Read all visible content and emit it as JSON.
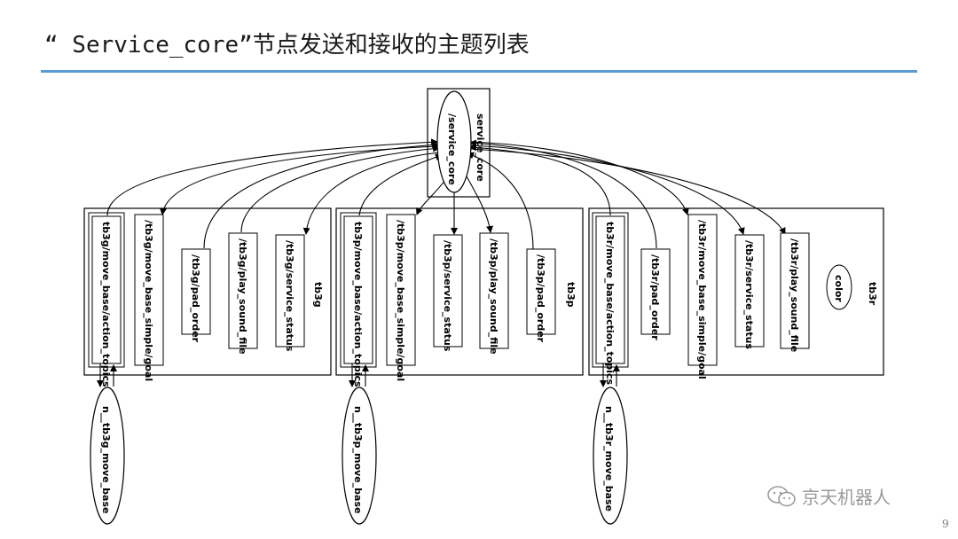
{
  "slide": {
    "title": "“ Service_core”节点发送和接收的主题列表",
    "page_number": "9",
    "watermark": "京天机器人"
  },
  "diagram": {
    "top_group": {
      "label": "service_core",
      "node": "/service_core"
    },
    "namespaces": [
      {
        "label": "tb3g",
        "topics": [
          "tb3g/move_base/action_topics",
          "/tb3g/move_base_simple/goal",
          "/tb3g/pad_order",
          "/tb3g/play_sound_file",
          "/tb3g/service_status"
        ],
        "node": "n__tb3g_move_base"
      },
      {
        "label": "tb3p",
        "topics": [
          "tb3p/move_base/action_topics",
          "/tb3p/move_base_simple/goal",
          "/tb3p/service_status",
          "/tb3p/play_sound_file",
          "/tb3p/pad_order"
        ],
        "node": "n__tb3p_move_base"
      },
      {
        "label": "tb3r",
        "topics": [
          "tb3r/move_base/action_topics",
          "/tb3r/pad_order",
          "/tb3r/move_base_simple/goal",
          "/tb3r/service_status",
          "/tb3r/play_sound_file"
        ],
        "node": "n__tb3r_move_base",
        "extra_node": "color"
      }
    ]
  }
}
